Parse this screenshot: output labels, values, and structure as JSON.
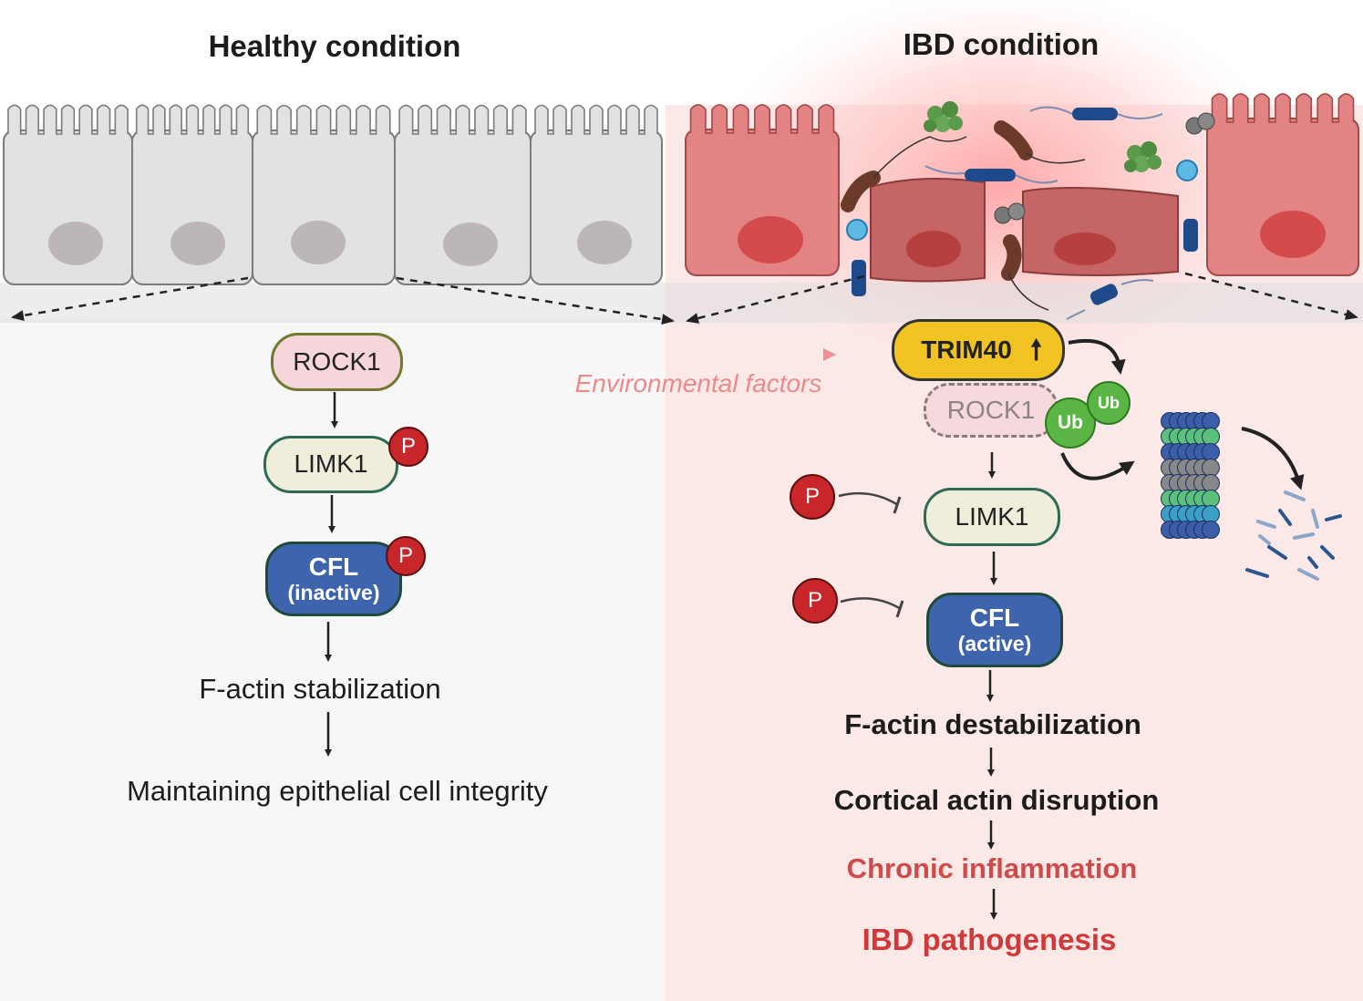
{
  "titles": {
    "healthy": "Healthy condition",
    "ibd": "IBD condition"
  },
  "healthy_pathway": {
    "rock1": "ROCK1",
    "limk1": "LIMK1",
    "cfl": "CFL",
    "cfl_state": "(inactive)",
    "phospho": "P",
    "outcome_1": "F-actin stabilization",
    "outcome_2": "Maintaining epithelial cell integrity"
  },
  "transition": {
    "label": "Environmental factors"
  },
  "ibd_pathway": {
    "trim40": "TRIM40",
    "rock1": "ROCK1",
    "ubiquitin": "Ub",
    "limk1": "LIMK1",
    "cfl": "CFL",
    "cfl_state": "(active)",
    "phospho": "P",
    "outcome_1": "F-actin destabilization",
    "outcome_2": "Cortical actin disruption",
    "outcome_3": "Chronic inflammation",
    "outcome_4": "IBD pathogenesis"
  },
  "colors": {
    "healthy_cell": "#e2e2e2",
    "ibd_cell": "#e27e7e",
    "rock1_fill": "#f6d5db",
    "limk1_fill": "#eeeedb",
    "cfl_fill": "#3e64ad",
    "trim40_fill": "#f1c423",
    "phospho": "#c8262b",
    "ubiquitin": "#5bb545",
    "inflammation_text": "#cf4b4b",
    "pathogenesis_text": "#d33838"
  }
}
